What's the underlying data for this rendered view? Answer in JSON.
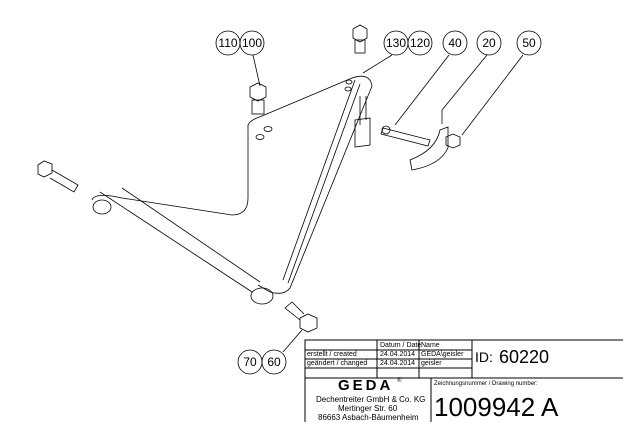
{
  "balloons": {
    "b110": "110",
    "b100": "100",
    "b130": "130",
    "b120": "120",
    "b40": "40",
    "b20": "20",
    "b50": "50",
    "b70": "70",
    "b60": "60"
  },
  "title_block": {
    "header_date": "Datum / Date",
    "header_name": "Name",
    "created_label": "erstellt / created",
    "created_date": "24.04.2014",
    "created_name": "GEDA\\geisler",
    "changed_label": "geändert / changed",
    "changed_date": "24.04.2014",
    "changed_name": "geisler",
    "id_label": "ID:",
    "id_value": "60220",
    "logo_text": "GEDA",
    "company": "Dechentreiter GmbH & Co. KG",
    "street": "Mertinger Str. 60",
    "city": "86663 Asbach-Bäumenheim",
    "drawing_number_label": "Zeichnungsnummer / Drawing number:",
    "drawing_number": "1009942 A"
  }
}
